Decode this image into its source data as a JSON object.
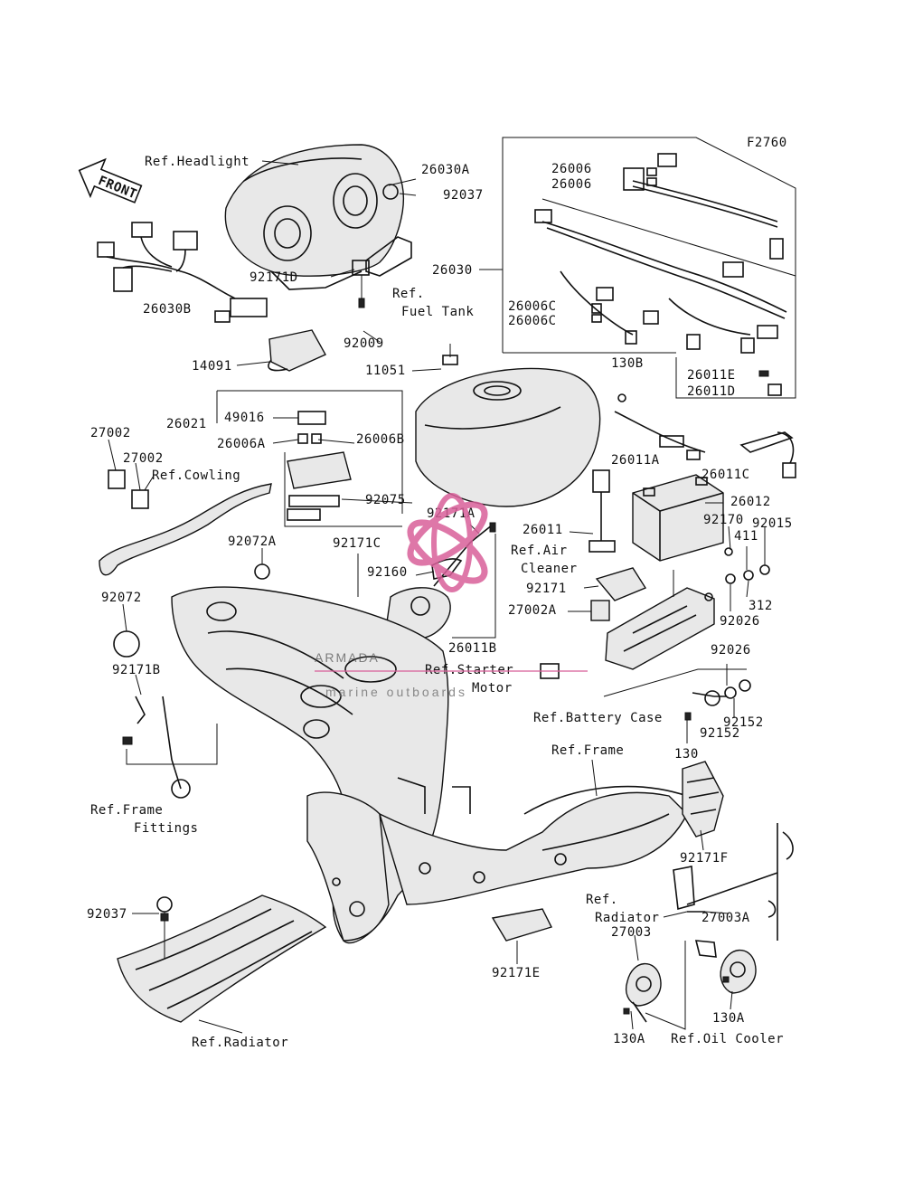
{
  "figure_code": "F2760",
  "front_arrow": "FRONT",
  "watermark": {
    "brand": "ARMADA",
    "tagline": "marine outboards",
    "color": "#d9609a"
  },
  "callouts": [
    {
      "id": "ref-headlight",
      "text": "Ref.Headlight"
    },
    {
      "id": "26030A",
      "text": "26030A"
    },
    {
      "id": "92037-top",
      "text": "92037"
    },
    {
      "id": "26006-a",
      "text": "26006"
    },
    {
      "id": "26006-b",
      "text": "26006"
    },
    {
      "id": "26030",
      "text": "26030"
    },
    {
      "id": "92171D",
      "text": "92171D"
    },
    {
      "id": "26030B",
      "text": "26030B"
    },
    {
      "id": "ref-fuel-tank-1",
      "text": "Ref."
    },
    {
      "id": "ref-fuel-tank-2",
      "text": "Fuel Tank"
    },
    {
      "id": "26006C-a",
      "text": "26006C"
    },
    {
      "id": "26006C-b",
      "text": "26006C"
    },
    {
      "id": "92009",
      "text": "92009"
    },
    {
      "id": "14091",
      "text": "14091"
    },
    {
      "id": "11051",
      "text": "11051"
    },
    {
      "id": "130B",
      "text": "130B"
    },
    {
      "id": "26011E",
      "text": "26011E"
    },
    {
      "id": "26011D",
      "text": "26011D"
    },
    {
      "id": "49016",
      "text": "49016"
    },
    {
      "id": "26021",
      "text": "26021"
    },
    {
      "id": "27002-a",
      "text": "27002"
    },
    {
      "id": "27002-b",
      "text": "27002"
    },
    {
      "id": "26006A",
      "text": "26006A"
    },
    {
      "id": "26006B",
      "text": "26006B"
    },
    {
      "id": "26011A",
      "text": "26011A"
    },
    {
      "id": "26011C",
      "text": "26011C"
    },
    {
      "id": "ref-cowling",
      "text": "Ref.Cowling"
    },
    {
      "id": "92075",
      "text": "92075"
    },
    {
      "id": "26012",
      "text": "26012"
    },
    {
      "id": "92171A",
      "text": "92171A"
    },
    {
      "id": "26011",
      "text": "26011"
    },
    {
      "id": "92170",
      "text": "92170"
    },
    {
      "id": "92015",
      "text": "92015"
    },
    {
      "id": "92072A",
      "text": "92072A"
    },
    {
      "id": "92171C",
      "text": "92171C"
    },
    {
      "id": "ref-air-1",
      "text": "Ref.Air"
    },
    {
      "id": "ref-air-2",
      "text": "Cleaner"
    },
    {
      "id": "411",
      "text": "411"
    },
    {
      "id": "92160",
      "text": "92160"
    },
    {
      "id": "92171",
      "text": "92171"
    },
    {
      "id": "312",
      "text": "312"
    },
    {
      "id": "92072",
      "text": "92072"
    },
    {
      "id": "27002A",
      "text": "27002A"
    },
    {
      "id": "92026-a",
      "text": "92026"
    },
    {
      "id": "26011B",
      "text": "26011B"
    },
    {
      "id": "92026-b",
      "text": "92026"
    },
    {
      "id": "ref-starter-1",
      "text": "Ref.Starter"
    },
    {
      "id": "ref-starter-2",
      "text": "Motor"
    },
    {
      "id": "92171B",
      "text": "92171B"
    },
    {
      "id": "ref-battery-case",
      "text": "Ref.Battery Case"
    },
    {
      "id": "92152-a",
      "text": "92152"
    },
    {
      "id": "92152-b",
      "text": "92152"
    },
    {
      "id": "130",
      "text": "130"
    },
    {
      "id": "ref-frame",
      "text": "Ref.Frame"
    },
    {
      "id": "ref-frame-fittings-1",
      "text": "Ref.Frame"
    },
    {
      "id": "ref-frame-fittings-2",
      "text": "Fittings"
    },
    {
      "id": "92171F",
      "text": "92171F"
    },
    {
      "id": "ref-radiator-r1",
      "text": "Ref."
    },
    {
      "id": "ref-radiator-r2",
      "text": "Radiator"
    },
    {
      "id": "27003A",
      "text": "27003A"
    },
    {
      "id": "92037-bottom",
      "text": "92037"
    },
    {
      "id": "27003",
      "text": "27003"
    },
    {
      "id": "92171E",
      "text": "92171E"
    },
    {
      "id": "130A-right",
      "text": "130A"
    },
    {
      "id": "ref-radiator-bottom",
      "text": "Ref.Radiator"
    },
    {
      "id": "130A-left",
      "text": "130A"
    },
    {
      "id": "ref-oil-cooler",
      "text": "Ref.Oil Cooler"
    }
  ]
}
